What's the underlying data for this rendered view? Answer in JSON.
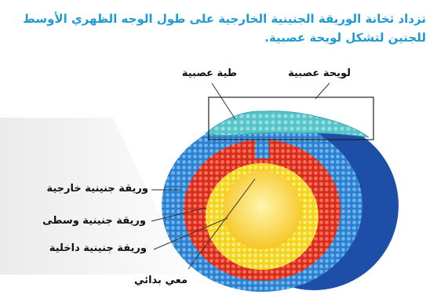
{
  "caption": "تزداد ثخانة الوريقة الجنينية الخارجية على طول الوجه الظهري الأوسط للجنين لتشكل لويحة عصبية.",
  "labels": {
    "neural_plate": "لويحة عصبية",
    "neural_fold": "طية عصبية",
    "ectoderm": "وريقة جنينية خارجية",
    "mesoderm": "وريقة جنينية وسطى",
    "endoderm": "وريقة جنينية داخلية",
    "archenteron": "معي بدائي"
  },
  "colors": {
    "caption": "#1f9bd1",
    "ectoderm": "#2a7fd0",
    "mesoderm": "#d92a1c",
    "endoderm": "#f2d21a",
    "neural_plate": "#57c3c8"
  }
}
